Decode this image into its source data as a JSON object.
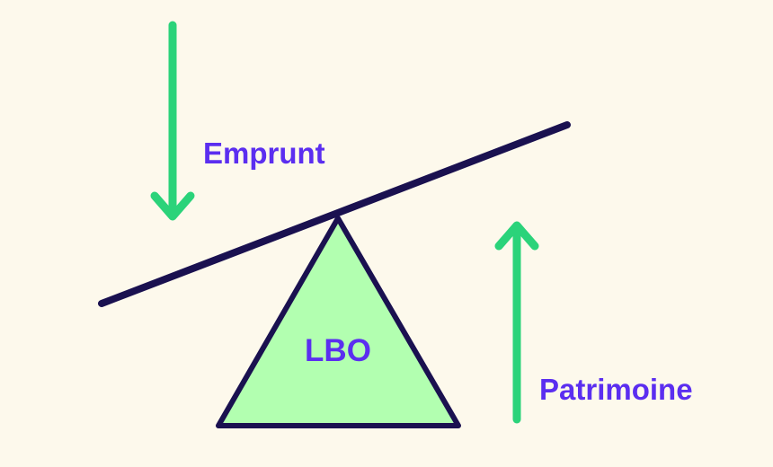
{
  "diagram": {
    "labels": {
      "top": "Emprunt",
      "center": "LBO",
      "bottom": "Patrimoine"
    },
    "colors": {
      "background": "#fdf9ec",
      "beam": "#1a1150",
      "fulcrum_fill": "#b2ffb0",
      "fulcrum_stroke": "#1a1150",
      "arrow": "#2bd37a",
      "text": "#5b2ef0"
    },
    "arrows": {
      "top": "arrow-down-icon",
      "bottom": "arrow-up-icon"
    }
  }
}
